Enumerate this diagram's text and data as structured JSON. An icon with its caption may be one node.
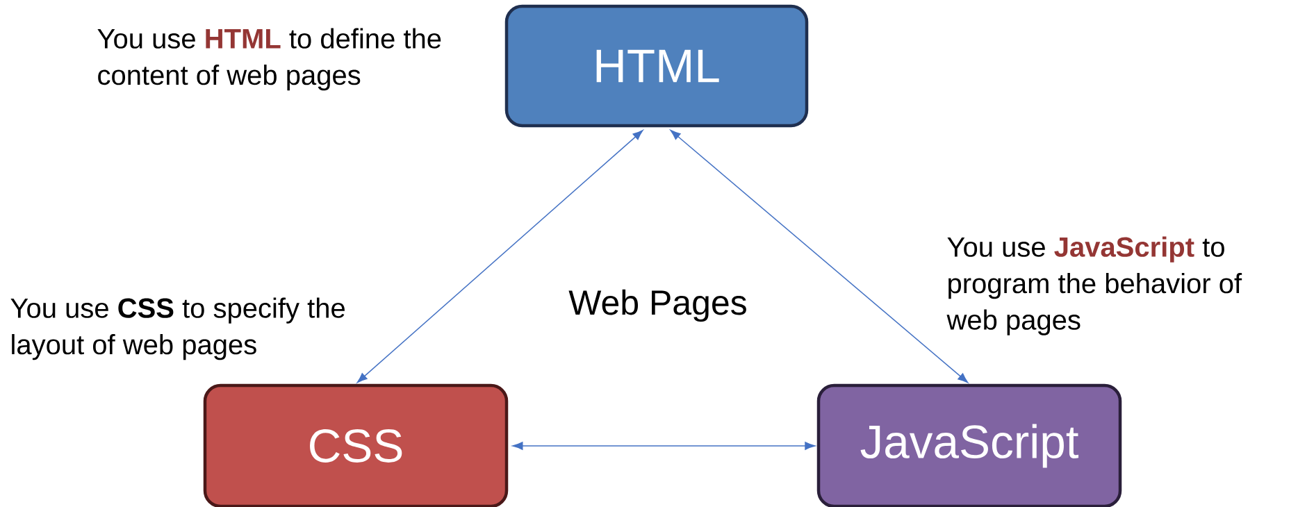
{
  "diagram": {
    "nodes": [
      {
        "text": [
          "HTML"
        ],
        "beside": [
          "You use **HTML** to define the content of web pages"
        ]
      },
      {
        "text": [
          "CSS"
        ],
        "beside": [
          "You use **CSS** to specify the layout of web pages"
        ]
      },
      {
        "text": [
          "JavaScript"
        ],
        "beside": [
          "You use **JavaScript** to program the behavior of web pages"
        ]
      }
    ],
    "edges": [
      {
        "from": 0,
        "to": 1,
        "arrow": "both"
      },
      {
        "from": 0,
        "to": 2,
        "arrow": "both"
      },
      {
        "from": 1,
        "to": 2,
        "arrow": "both"
      }
    ],
    "labels": [
      "Web Pages"
    ]
  }
}
